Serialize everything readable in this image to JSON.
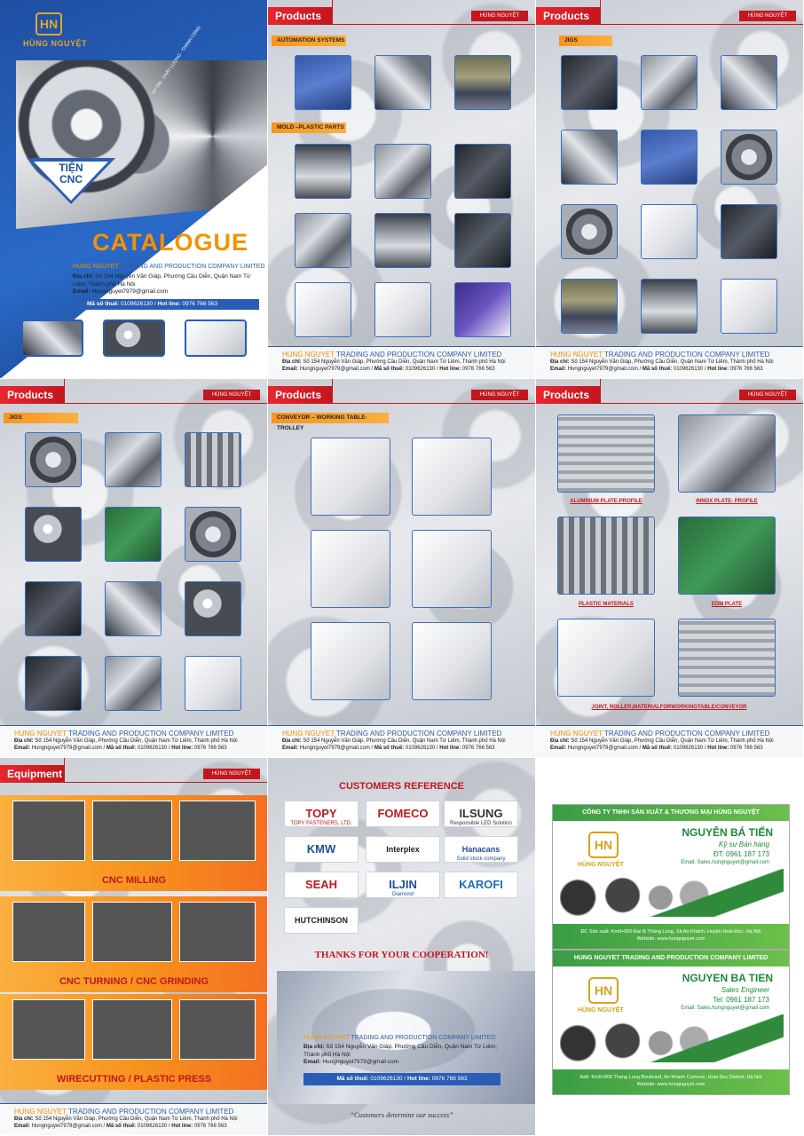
{
  "brand": {
    "name": "HÙNG NGUYỆT",
    "tag": "HÙNG NGUYỆT",
    "mark": "HN"
  },
  "company": {
    "name_orange": "HUNG NGUYET",
    "name_rest": "TRADING AND PRODUCTION COMPANY LIMITED"
  },
  "contact": {
    "addr_label": "Địa chỉ:",
    "addr": "Số 154 Nguyễn Văn Giáp, Phường Cầu Diễn, Quận Nam Từ Liêm, Thành phố Hà Nội",
    "email_label": "Email:",
    "email": "Hungnguyet7979@gmail.com",
    "tax_label": "Mã số thuế:",
    "tax": "0109626130",
    "hotline_label": "Hot line:",
    "hotline": "0976 766 563",
    "sep": "/"
  },
  "cover": {
    "tien": "TIỆN",
    "cnc": "CNC",
    "catalogue": "CATALOGUE",
    "slogan": "UY TÍN - CHẤT LƯỢNG - THÀNH CÔNG"
  },
  "section": {
    "products": "Products",
    "equipment": "Equipment"
  },
  "cats": {
    "automation": "AUTOMATION SYSTEMS",
    "mold": "MOLD –PLASTIC PARTS",
    "jigs": "JIGS",
    "conveyor": "CONVEYOR – WORKING TABLE-TROLLEY"
  },
  "materials": {
    "aluminum": "ALUMINUM PLATE-PROFILE",
    "inox": "INNOX PLATE- PROFILE",
    "plastic": "PLASTIC MATERIALS",
    "edm": "EDM PLATE",
    "joint": "JOINT, ROLLER,MATERIALFORWORKINGTABLE/CONVEYOR"
  },
  "equipment": {
    "milling": "CNC MILLING",
    "turning": "CNC TURNING / CNC GRINDING",
    "wire": "WIRECUTTING / PLASTIC PRESS"
  },
  "customers": {
    "title": "CUSTOMERS REFERENCE",
    "logos": [
      {
        "name": "TOPY",
        "sub": "TOPY FASTENERS, LTD.",
        "color": "#c4161d"
      },
      {
        "name": "FOMECO",
        "sub": "",
        "color": "#c4161d"
      },
      {
        "name": "ILSUNG",
        "sub": "Responsible LED Solution",
        "color": "#333"
      },
      {
        "name": "KMW",
        "sub": "",
        "color": "#1d4f9c"
      },
      {
        "name": "Interplex",
        "sub": "",
        "color": "#222"
      },
      {
        "name": "Hanacans",
        "sub": "Solid stock company",
        "color": "#1d4f9c"
      },
      {
        "name": "SEAH",
        "sub": "",
        "color": "#c4161d"
      },
      {
        "name": "ILJIN",
        "sub": "Diamond",
        "color": "#1d4f9c"
      },
      {
        "name": "KAROFI",
        "sub": "",
        "color": "#1d6fb8"
      },
      {
        "name": "HUTCHINSON",
        "sub": "",
        "color": "#222"
      }
    ],
    "thanks": "THANKS FOR YOUR COOPERATION!",
    "motto": "“Customers determine our success”"
  },
  "card_vn": {
    "company": "CÔNG TY TNHH SẢN XUẤT & THƯƠNG MẠI HÙNG NGUYỆT",
    "name": "NGUYỄN BÁ TIẾN",
    "role": "Kỹ sư Bán hàng",
    "phone": "ĐT: 0961 187 173",
    "email": "Email: Sales.hungnguyet@gmail.com",
    "addr": "ĐC Sản xuất: Km9+800 Đại lộ Thăng Long, Xã An Khánh, Huyện Hoài Đức, Hà Nội",
    "web": "Website: www.hungnguyet.com"
  },
  "card_en": {
    "company": "HUNG NGUYET TRADING AND PRODUCTION COMPANY LIMITED",
    "name": "NGUYEN BA TIEN",
    "role": "Sales Engineer",
    "phone": "Tel: 0961 187 173",
    "email": "Email: Sales.hungnguyet@gmail.com",
    "addr": "Add: Km9+800 Thang Long Boulivard, An Khanh Comune, Hoai Duc District, Ha Noi",
    "web": "Website: www.hungnguyet.com"
  },
  "colors": {
    "accent_orange": "#f39200",
    "brand_red": "#c4161d",
    "brand_blue": "#2a5db5",
    "card_green": "#3a9d45"
  }
}
